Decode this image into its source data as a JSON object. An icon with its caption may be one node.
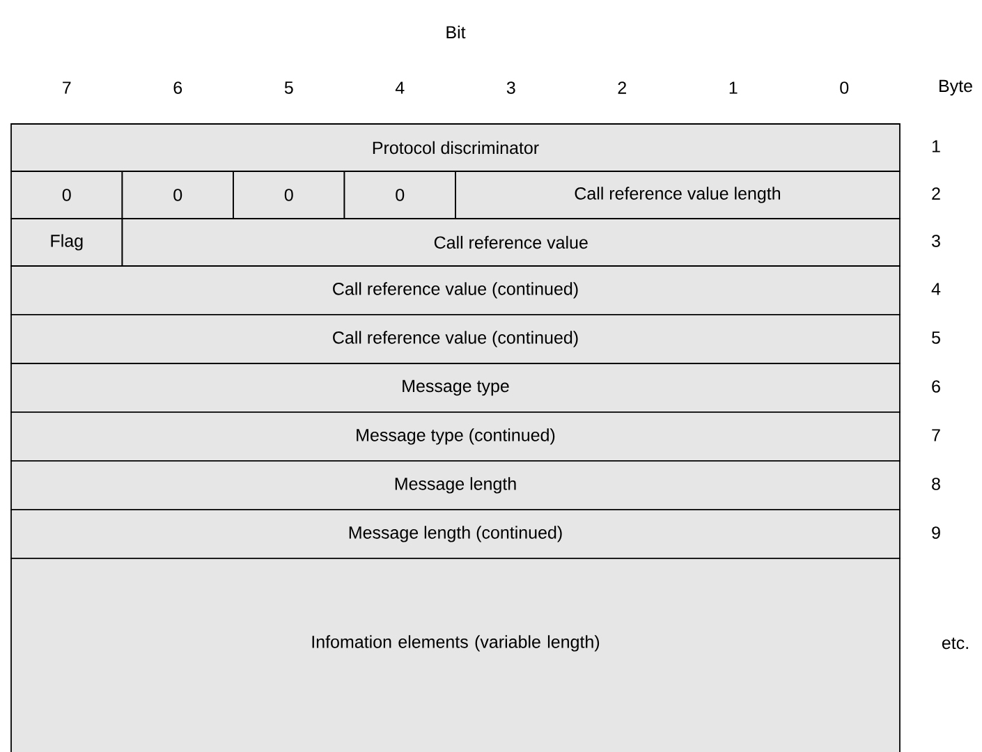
{
  "diagram": {
    "nodes": [
      {
        "text": [
          "Protocol discriminator"
        ]
      },
      {
        "text": [
          "0"
        ]
      },
      {
        "text": [
          "0"
        ]
      },
      {
        "text": [
          "0"
        ]
      },
      {
        "text": [
          "0"
        ]
      },
      {
        "text": [
          "Call reference value length"
        ]
      },
      {
        "text": [
          "Flag"
        ]
      },
      {
        "text": [
          "Call reference value"
        ]
      },
      {
        "text": [
          "Call reference value (continued)"
        ]
      },
      {
        "text": [
          "Call reference value (continued)"
        ]
      },
      {
        "text": [
          "Message type"
        ]
      },
      {
        "text": [
          "Message type (continued)"
        ]
      },
      {
        "text": [
          "Message length"
        ]
      },
      {
        "text": [
          "Message length (continued)"
        ]
      },
      {
        "text": [
          "Infomation elements (variable length)"
        ]
      }
    ],
    "labels": [
      "Bit",
      "7",
      "6",
      "5",
      "4",
      "3",
      "2",
      "1",
      "0",
      "Byte",
      "1",
      "2",
      "3",
      "4",
      "5",
      "6",
      "7",
      "8",
      "9",
      "etc."
    ]
  }
}
